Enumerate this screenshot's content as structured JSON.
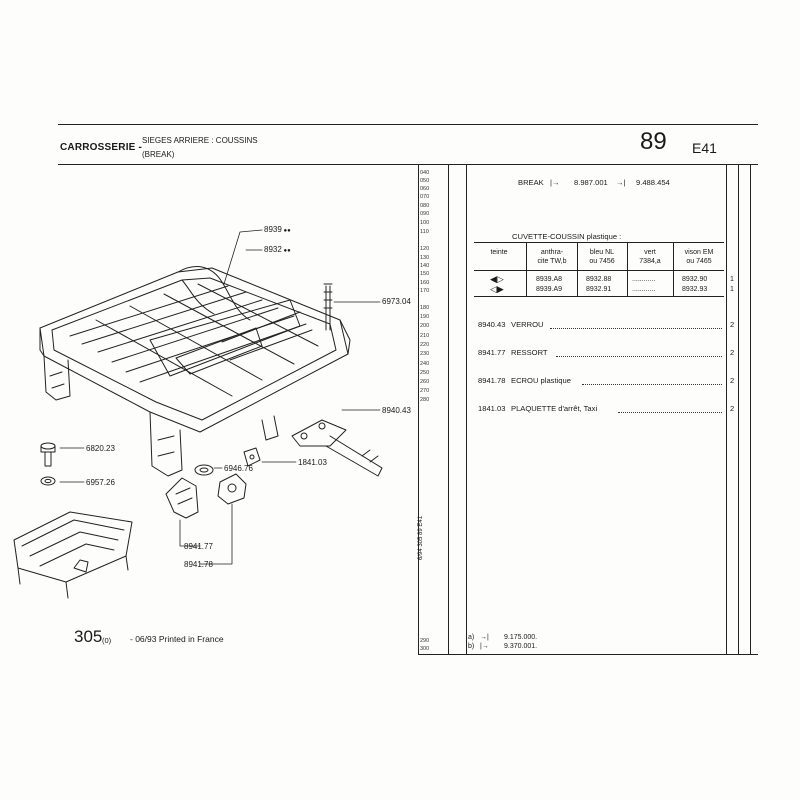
{
  "header": {
    "section": "CARROSSERIE -",
    "subtitle_1": "SIEGES ARRIERE : COUSSINS",
    "subtitle_2": "(BREAK)",
    "page_number": "89",
    "page_code": "E41"
  },
  "line_numbers": [
    "040",
    "050",
    "060",
    "070",
    "080",
    "090",
    "100",
    "110",
    "120",
    "130",
    "140",
    "150",
    "160",
    "170",
    "180",
    "190",
    "200",
    "210",
    "220",
    "230",
    "240",
    "250",
    "260",
    "270",
    "280",
    "290",
    "300"
  ],
  "applicability": {
    "label": "BREAK",
    "from_symbol": "|→",
    "from_value": "8.987.001",
    "to_symbol": "→|",
    "to_value": "9.488.454"
  },
  "cuvette": {
    "title": "CUVETTE-COUSSIN plastique :",
    "columns": [
      {
        "line1": "teinte",
        "line2": ""
      },
      {
        "line1": "anthra-",
        "line2": "cite TW,b"
      },
      {
        "line1": "bleu NL",
        "line2": "ou 7456"
      },
      {
        "line1": "vert",
        "line2": "7384,a"
      },
      {
        "line1": "vison EM",
        "line2": "ou 7465"
      }
    ],
    "rows": [
      {
        "symbol": "◀▷",
        "anthracite": "8939.A8",
        "bleu": "8932.88",
        "vert": "............",
        "vison": "8932.90",
        "qty": "1"
      },
      {
        "symbol": "◁▶",
        "anthracite": "8939.A9",
        "bleu": "8932.91",
        "vert": "............",
        "vison": "8932.93",
        "qty": "1"
      }
    ]
  },
  "parts": [
    {
      "ref": "8940.43",
      "name": "VERROU",
      "qty": "2"
    },
    {
      "ref": "8941.77",
      "name": "RESSORT",
      "qty": "2"
    },
    {
      "ref": "8941.78",
      "name": "ECROU plastique",
      "qty": "2"
    },
    {
      "ref": "1841.03",
      "name": "PLAQUETTE d'arrêt, Taxi",
      "qty": "2"
    }
  ],
  "notes": [
    {
      "key": "a)",
      "symbol": "→|",
      "value": "9.175.000."
    },
    {
      "key": "b)",
      "symbol": "|→",
      "value": "9.370.001."
    }
  ],
  "diagram_labels": {
    "l8939": "8939",
    "l8932": "8932",
    "l6973": "6973.04",
    "l8940": "8940.43",
    "l6820": "6820.23",
    "l6946": "6946.76",
    "l1841": "1841.03",
    "l6957": "6957.26",
    "l8941_77": "8941.77",
    "l8941_78": "8941.78"
  },
  "footer": {
    "page": "305",
    "sub": "(0)",
    "text": "- 06/93 Printed in France",
    "side_ref": "6/94 305 89 E41"
  }
}
